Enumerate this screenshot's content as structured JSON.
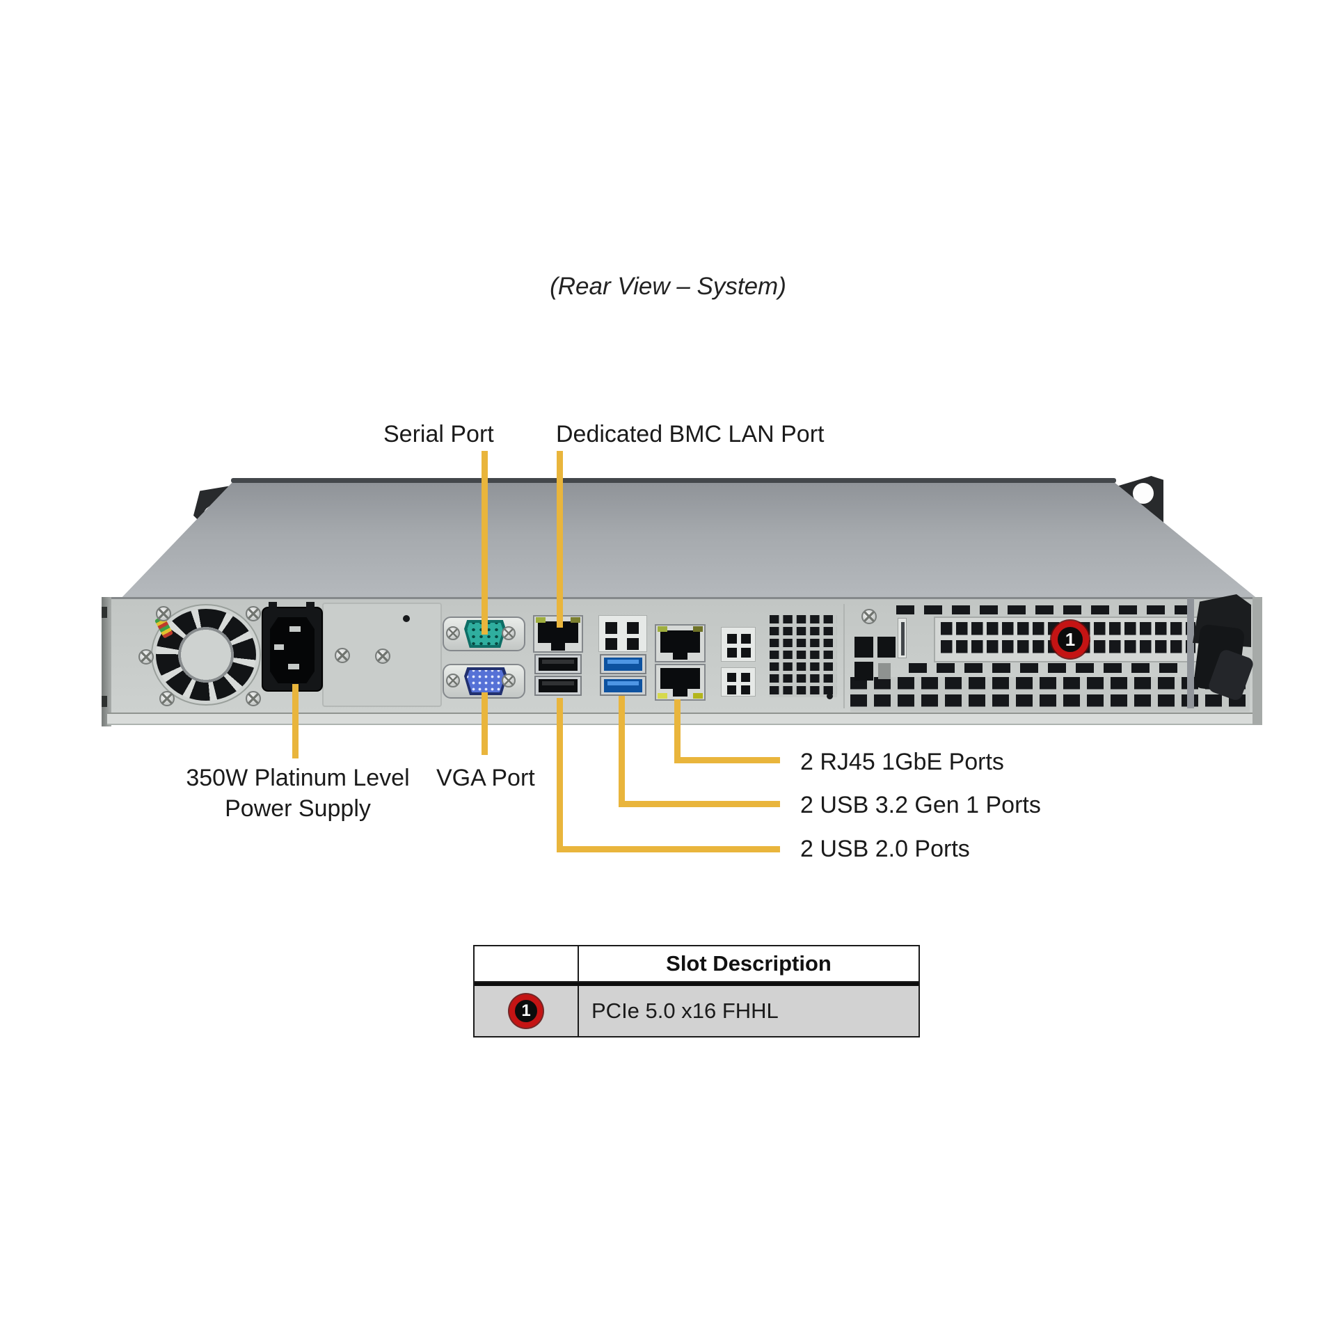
{
  "title": "(Rear View – System)",
  "callouts": {
    "serial_port": "Serial Port",
    "bmc_lan_port": "Dedicated BMC LAN Port",
    "power_supply": {
      "line1": "350W Platinum Level",
      "line2": "Power Supply"
    },
    "vga_port": "VGA Port",
    "rj45_ports": "2 RJ45 1GbE Ports",
    "usb32_ports": "2 USB 3.2 Gen 1 Ports",
    "usb20_ports": "2 USB 2.0 Ports"
  },
  "slot_marker": "1",
  "table": {
    "header": "Slot Description",
    "rows": [
      {
        "slot": "1",
        "description": "PCIe 5.0 x16 FHHL"
      }
    ]
  },
  "colors": {
    "callout_line": "#E9B53C",
    "badge_ring": "#C41414"
  }
}
